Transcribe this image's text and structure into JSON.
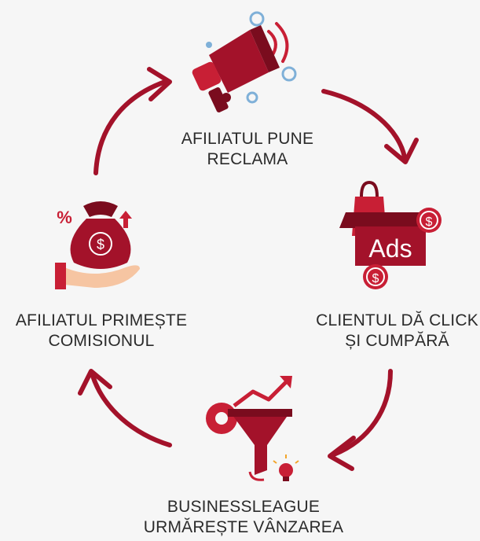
{
  "colors": {
    "accent": "#a3122a",
    "accent_light": "#c81f35",
    "accent_dark": "#7a0c1e",
    "bubble": "#7fb0d8",
    "skin": "#f6c5a2",
    "text": "#2b2b2b",
    "background": "#f6f6f6"
  },
  "steps": [
    {
      "icon": "megaphone-icon",
      "label_lines": [
        "AFILIATUL PUNE",
        "RECLAMA"
      ]
    },
    {
      "icon": "ads-shopping-icon",
      "badge_text": "Ads",
      "coin_symbol": "$",
      "label_lines": [
        "CLIENTUL DĂ CLICK",
        "ȘI CUMPĂRĂ"
      ]
    },
    {
      "icon": "sales-funnel-icon",
      "label_lines": [
        "BUSINESSLEAGUE",
        "URMĂREȘTE VÂNZAREA"
      ]
    },
    {
      "icon": "money-bag-hand-icon",
      "coin_symbol": "$",
      "percent_symbol": "%",
      "label_lines": [
        "AFILIATUL PRIMEȘTE",
        "COMISIONUL"
      ]
    }
  ]
}
